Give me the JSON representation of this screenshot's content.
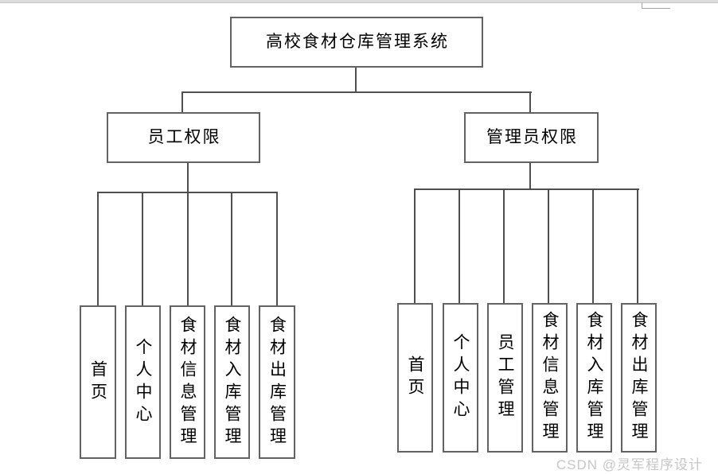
{
  "page": {
    "background_color": "#ffffff",
    "top_strip_color": "#dcdcdc",
    "line_color": "#4f4f4f",
    "box_border_color": "#636363"
  },
  "watermark": {
    "text": "CSDN @灵军程序设计",
    "color": "#c6c6c6"
  },
  "diagram": {
    "root": {
      "label": "高校食材仓库管理系统"
    },
    "branches": [
      {
        "label": "员工权限",
        "children": [
          "首页",
          "个人中心",
          "食材信息管理",
          "食材入库管理",
          "食材出库管理"
        ]
      },
      {
        "label": "管理员权限",
        "children": [
          "首页",
          "个人中心",
          "员工管理",
          "食材信息管理",
          "食材入库管理",
          "食材出库管理"
        ]
      }
    ]
  }
}
